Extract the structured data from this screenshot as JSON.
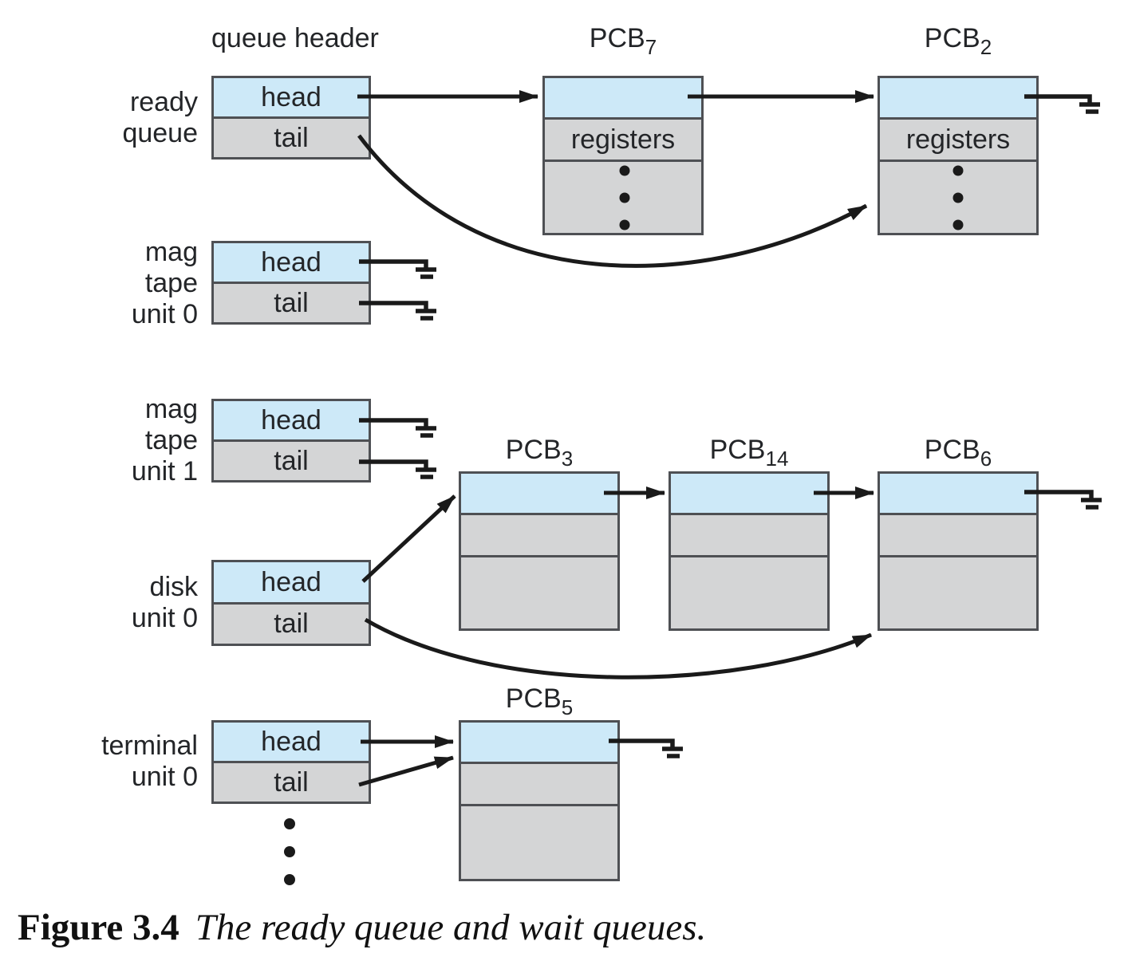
{
  "palette": {
    "cell_blue": "#cde9f8",
    "cell_gray": "#d4d5d6",
    "box_border": "#4e5054",
    "line_color": "#1a1a1a",
    "text_color": "#232528",
    "background": "#ffffff"
  },
  "header_label": "queue header",
  "queues": [
    {
      "name": "ready queue",
      "label_lines": [
        "ready",
        "queue"
      ],
      "head": "head",
      "tail": "tail"
    },
    {
      "name": "mag tape unit 0",
      "label_lines": [
        "mag",
        "tape",
        "unit 0"
      ],
      "head": "head",
      "tail": "tail"
    },
    {
      "name": "mag tape unit 1",
      "label_lines": [
        "mag",
        "tape",
        "unit 1"
      ],
      "head": "head",
      "tail": "tail"
    },
    {
      "name": "disk unit 0",
      "label_lines": [
        "disk",
        "unit 0"
      ],
      "head": "head",
      "tail": "tail"
    },
    {
      "name": "terminal unit 0",
      "label_lines": [
        "terminal",
        "unit 0"
      ],
      "head": "head",
      "tail": "tail"
    }
  ],
  "pcbs": [
    {
      "name_base": "PCB",
      "name_sub": "7",
      "row2_label": "registers"
    },
    {
      "name_base": "PCB",
      "name_sub": "2",
      "row2_label": "registers"
    },
    {
      "name_base": "PCB",
      "name_sub": "3",
      "row2_label": ""
    },
    {
      "name_base": "PCB",
      "name_sub": "14",
      "row2_label": ""
    },
    {
      "name_base": "PCB",
      "name_sub": "6",
      "row2_label": ""
    },
    {
      "name_base": "PCB",
      "name_sub": "5",
      "row2_label": ""
    }
  ],
  "caption": {
    "label": "Figure 3.4",
    "text": "The ready queue and wait queues."
  }
}
